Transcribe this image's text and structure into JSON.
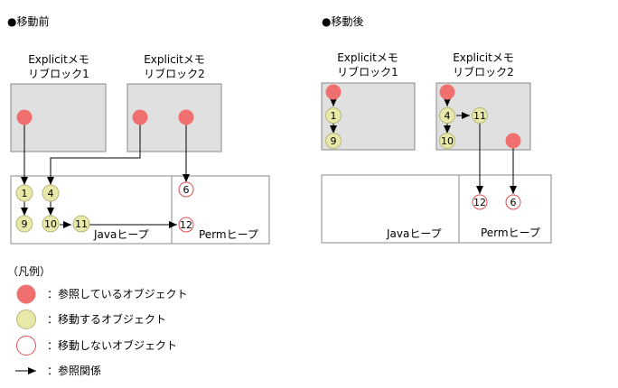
{
  "colors": {
    "referencing": "#f07070",
    "moving": "#e8e8a8",
    "moving_stroke": "#b8b880",
    "static_stroke": "#e05050",
    "block_fill": "#e0e0e0",
    "line": "#707070"
  },
  "before": {
    "title": "●移動前",
    "block1": {
      "line1": "Explicitメモ",
      "line2": "リブロック1"
    },
    "block2": {
      "line1": "Explicitメモ",
      "line2": "リブロック2"
    },
    "java_heap": "Javaヒープ",
    "perm_heap": "Permヒープ",
    "objects": {
      "a1": "1",
      "a9": "9",
      "a4": "4",
      "a10": "10",
      "a11": "11",
      "p6": "6",
      "p12": "12"
    }
  },
  "after": {
    "title": "●移動後",
    "block1": {
      "line1": "Explicitメモ",
      "line2": "リブロック1"
    },
    "block2": {
      "line1": "Explicitメモ",
      "line2": "リブロック2"
    },
    "java_heap": "Javaヒープ",
    "perm_heap": "Permヒープ",
    "objects": {
      "b1": "1",
      "b9": "9",
      "b4": "4",
      "b10": "10",
      "b11": "11",
      "q12": "12",
      "q6": "6"
    }
  },
  "legend": {
    "title": "（凡例）",
    "items": [
      {
        "kind": "referencing",
        "label": "：参照しているオブジェクト"
      },
      {
        "kind": "moving",
        "label": "：移動するオブジェクト"
      },
      {
        "kind": "static",
        "label": "：移動しないオブジェクト"
      },
      {
        "kind": "arrow",
        "label": "：参照関係"
      }
    ]
  }
}
